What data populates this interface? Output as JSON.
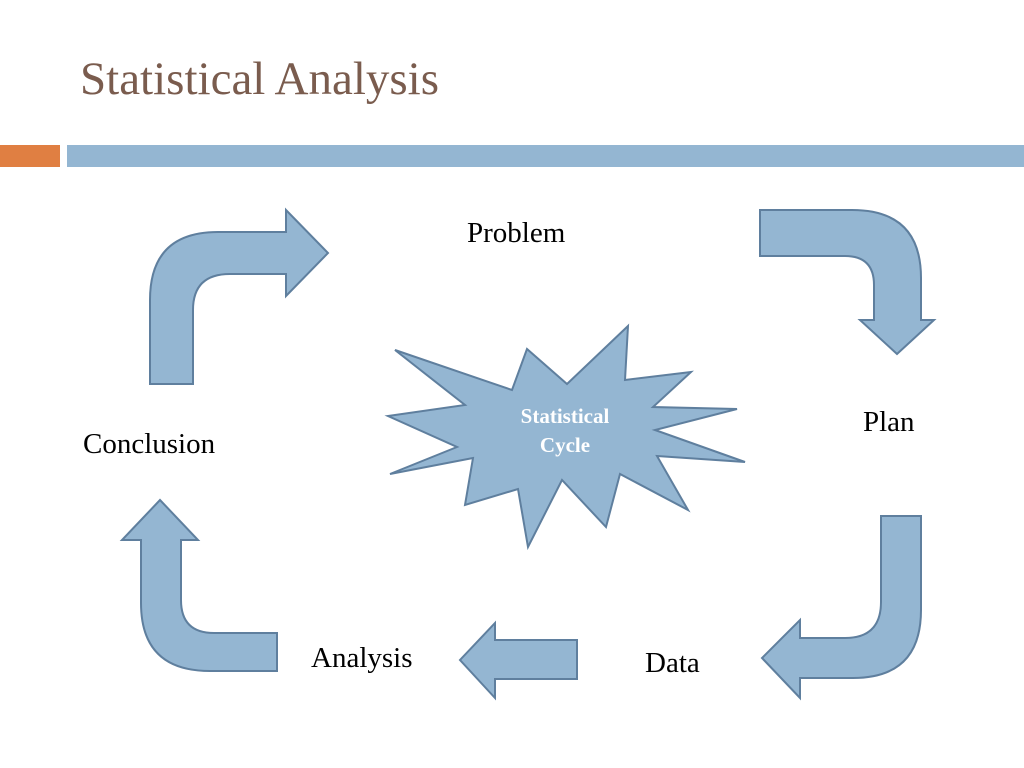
{
  "slide": {
    "title": "Statistical Analysis"
  },
  "cycle": {
    "center_label_line1": "Statistical",
    "center_label_line2": "Cycle",
    "stages": {
      "problem": "Problem",
      "plan": "Plan",
      "data": "Data",
      "analysis": "Analysis",
      "conclusion": "Conclusion"
    }
  },
  "colors": {
    "title": "#7a5c4e",
    "accent_bar": "#e07f42",
    "main_bar": "#94b6d2",
    "shape_fill": "#94b6d2",
    "shape_stroke": "#5f7f9e"
  }
}
